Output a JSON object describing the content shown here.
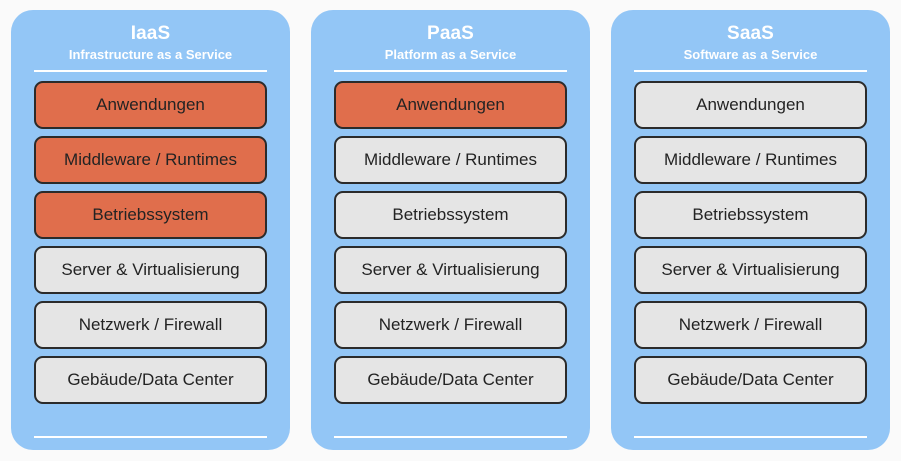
{
  "diagram": {
    "background_color": "#fafafa",
    "card_color": "#93c6f6",
    "highlight_color": "#e06e4c",
    "neutral_color": "#e5e5e5",
    "border_color": "#2b2b2b",
    "header_text_color": "#ffffff",
    "layer_text_color": "#232323"
  },
  "cards": [
    {
      "title": "IaaS",
      "subtitle": "Infrastructure as a Service",
      "layers": [
        {
          "label": "Anwendungen",
          "highlight": true
        },
        {
          "label": "Middleware / Runtimes",
          "highlight": true
        },
        {
          "label": "Betriebssystem",
          "highlight": true
        },
        {
          "label": "Server & Virtualisierung",
          "highlight": false
        },
        {
          "label": "Netzwerk / Firewall",
          "highlight": false
        },
        {
          "label": "Gebäude/Data Center",
          "highlight": false
        }
      ]
    },
    {
      "title": "PaaS",
      "subtitle": "Platform as a Service",
      "layers": [
        {
          "label": "Anwendungen",
          "highlight": true
        },
        {
          "label": "Middleware / Runtimes",
          "highlight": false
        },
        {
          "label": "Betriebssystem",
          "highlight": false
        },
        {
          "label": "Server & Virtualisierung",
          "highlight": false
        },
        {
          "label": "Netzwerk / Firewall",
          "highlight": false
        },
        {
          "label": "Gebäude/Data Center",
          "highlight": false
        }
      ]
    },
    {
      "title": "SaaS",
      "subtitle": "Software as a Service",
      "layers": [
        {
          "label": "Anwendungen",
          "highlight": false
        },
        {
          "label": "Middleware / Runtimes",
          "highlight": false
        },
        {
          "label": "Betriebssystem",
          "highlight": false
        },
        {
          "label": "Server & Virtualisierung",
          "highlight": false
        },
        {
          "label": "Netzwerk / Firewall",
          "highlight": false
        },
        {
          "label": "Gebäude/Data Center",
          "highlight": false
        }
      ]
    }
  ]
}
